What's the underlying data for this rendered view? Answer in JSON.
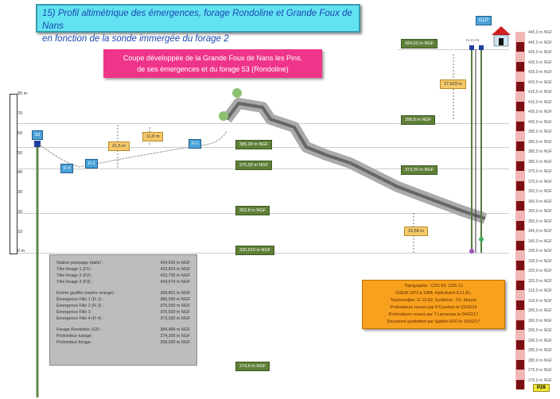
{
  "title": {
    "line1": "15) Profil altimétrique des émergences, forage Rondoline et Grande Foux de Nans",
    "line2": "en fonction de la sonde immergée du forage 2"
  },
  "subtitle": {
    "line1": "Coupe développée de la Grande Foux de Nans les Pins,",
    "line2": "de ses émergences et du forage 53 (Rondoline)"
  },
  "left_scale": [
    "80 m",
    "70",
    "60",
    "50",
    "40",
    "30",
    "20",
    "10",
    "0 m"
  ],
  "right_scale": [
    "445,0 m NGF",
    "440,0 m NGF",
    "435,0 m NGF",
    "430,0 m NGF",
    "425,0 m NGF",
    "420,0 m NGF",
    "415,0 m NGF",
    "410,0 m NGF",
    "405,0 m NGF",
    "400,0 m NGF",
    "395,0 m NGF",
    "390,0 m NGF",
    "385,0 m NGF",
    "380,0 m NGF",
    "375,0 m NGF",
    "370,0 m NGF",
    "365,0 m NGF",
    "360,0 m NGF",
    "355,0 m NGF",
    "350,0 m NGF",
    "345,0 m NGF",
    "340,0 m NGF",
    "335,0 m NGF",
    "330,0 m NGF",
    "325,0 m NGF",
    "320,0 m NGF",
    "315,0 m NGF",
    "310,0 m NGF",
    "305,0 m NGF",
    "300,0 m NGF",
    "295,0 m NGF",
    "290,0 m NGF",
    "285,0 m NGF",
    "280,0 m NGF",
    "275,0 m NGF",
    "270,0 m NGF"
  ],
  "levels": {
    "l1": "434,63 m NGF",
    "l2": "398,8 m NGF",
    "l3": "385,00 m NGF",
    "l4": "375,00 m NGF",
    "l5": "373,00 m NGF",
    "l6": "352,8 m NGF",
    "l7": "330,610 m NGF",
    "l8": "274,6 m NGF"
  },
  "points": {
    "s3": "S3",
    "f14": "Fi 4",
    "f13": "Fi 3",
    "f11": "Fi 1",
    "glp": "GLP",
    "wells": "F1 F2 F3"
  },
  "distances": {
    "d1": "21,5 m",
    "d2": "11,8 m",
    "d3": "27,623 m",
    "d4": "19,58 m"
  },
  "stats": [
    [
      "Station pompage (dalle) :",
      "434,630 m NGF"
    ],
    [
      "Tête forage 1 (F1) :",
      "433,824 m NGF"
    ],
    [
      "Tête forage 2 (F2) :",
      "433,795 m NGF"
    ],
    [
      "Tête forage 3 (F3) :",
      "434,074 m NGF"
    ],
    [
      "Entrée gouffre (repère orange) :",
      "398,801 m NGF"
    ],
    [
      "Émergence Fille 1 (Fi 1) :",
      "385,000 m NGF"
    ],
    [
      "Émergence Fille 2 (Fi 2) :",
      "375,000 m NGF"
    ],
    [
      "Émergence Fille 3 :",
      "376,500 m NGF"
    ],
    [
      "Émergence Fille 4 (Fi 4) :",
      "373,300 m NGF"
    ],
    [
      "Forage Rondoline (S3) :",
      "384,489 m NGF"
    ],
    [
      "Profondeur tubage :",
      "274,300 m NGF"
    ],
    [
      "Profondeur forage :",
      "258,000 m NGF"
    ]
  ],
  "topo": [
    "Topographie : CDS 83, CDS 13",
    "GSEM 1973 à 1984; Hydrokarst 8.11.81,",
    "Touloumdjian 11.10.82; Synthèse : Ch. Maurin",
    "Profondeurs revues par P.Courbon le 03/10/16",
    "Profondeurs revues par T.Lamarque le 04/02/17",
    "Document synthétisé par Spéléo-H2O le 10/02/17"
  ],
  "page_label": "P28"
}
